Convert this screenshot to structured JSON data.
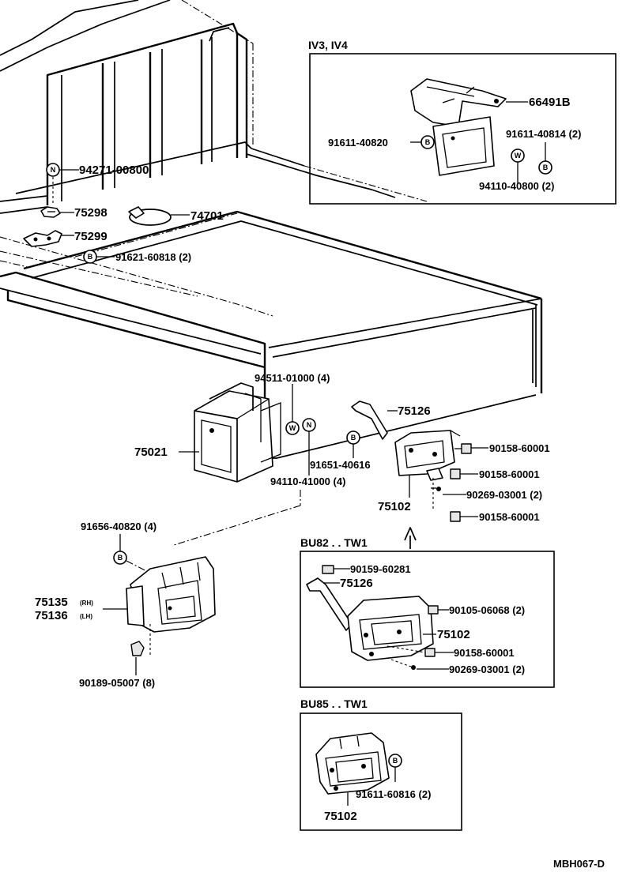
{
  "insets": {
    "iv": {
      "title": "IV3, IV4"
    },
    "bu82": {
      "title": "BU82 . . TW1"
    },
    "bu85": {
      "title": "BU85 . . TW1"
    }
  },
  "symbols": {
    "N": "N",
    "B": "B",
    "W": "W"
  },
  "labels": {
    "p66491b": "66491B",
    "p91611_40820": "91611-40820",
    "p91611_40814": "91611-40814 (2)",
    "p94110_40800": "94110-40800 (2)",
    "p94271_00800": "94271-00800",
    "p75298": "75298",
    "p74701": "74701",
    "p75299": "75299",
    "p91621_60818": "91621-60818 (2)",
    "p94511_01000": "94511-01000 (4)",
    "p75126": "75126",
    "p75021": "75021",
    "p91651_40616": "91651-40616",
    "p94110_41000": "94110-41000 (4)",
    "p90158_60001_a": "90158-60001",
    "p90158_60001_b": "90158-60001",
    "p90269_03001": "90269-03001 (2)",
    "p75102": "75102",
    "p90158_60001_c": "90158-60001",
    "p91656_40820": "91656-40820 (4)",
    "p75135": "75135",
    "p75135_side": "(RH)",
    "p75136": "75136",
    "p75136_side": "(LH)",
    "p90189_05007": "90189-05007 (8)",
    "b82_90159_60281": "90159-60281",
    "b82_75126": "75126",
    "b82_90105_06068": "90105-06068 (2)",
    "b82_75102": "75102",
    "b82_90158_60001": "90158-60001",
    "b82_90269_03001": "90269-03001 (2)",
    "b85_91611_60816": "91611-60816 (2)",
    "b85_75102": "75102"
  },
  "footer": {
    "code": "MBH067-D"
  }
}
